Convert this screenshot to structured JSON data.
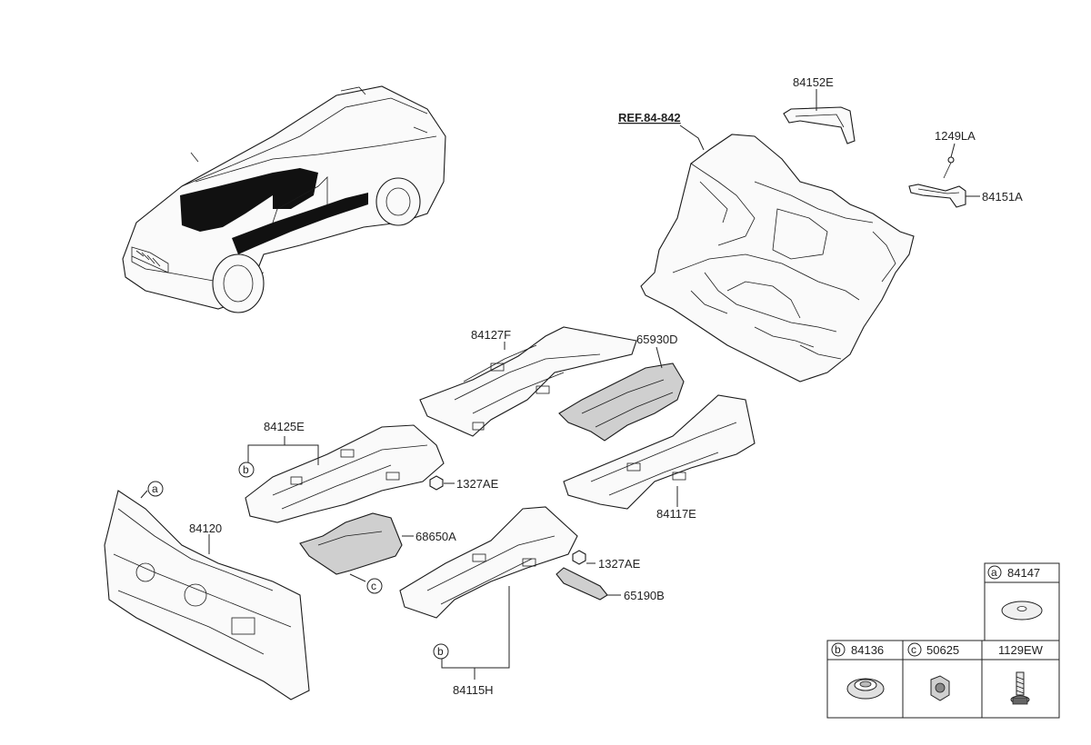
{
  "labels": {
    "ref": "REF.84-842",
    "p84152E": "84152E",
    "p1249LA": "1249LA",
    "p84151A": "84151A",
    "p84127F": "84127F",
    "p65930D": "65930D",
    "p84125E": "84125E",
    "p1327AE_a": "1327AE",
    "p84117E": "84117E",
    "p84120": "84120",
    "p68650A": "68650A",
    "p1327AE_b": "1327AE",
    "p65190B": "65190B",
    "p84115H": "84115H"
  },
  "markers": {
    "a": "a",
    "b_upper": "b",
    "b_lower": "b",
    "c": "c"
  },
  "legend": {
    "a": {
      "letter": "a",
      "part": "84147"
    },
    "b": {
      "letter": "b",
      "part": "84136"
    },
    "c": {
      "letter": "c",
      "part": "50625"
    },
    "d": {
      "part": "1129EW"
    }
  }
}
